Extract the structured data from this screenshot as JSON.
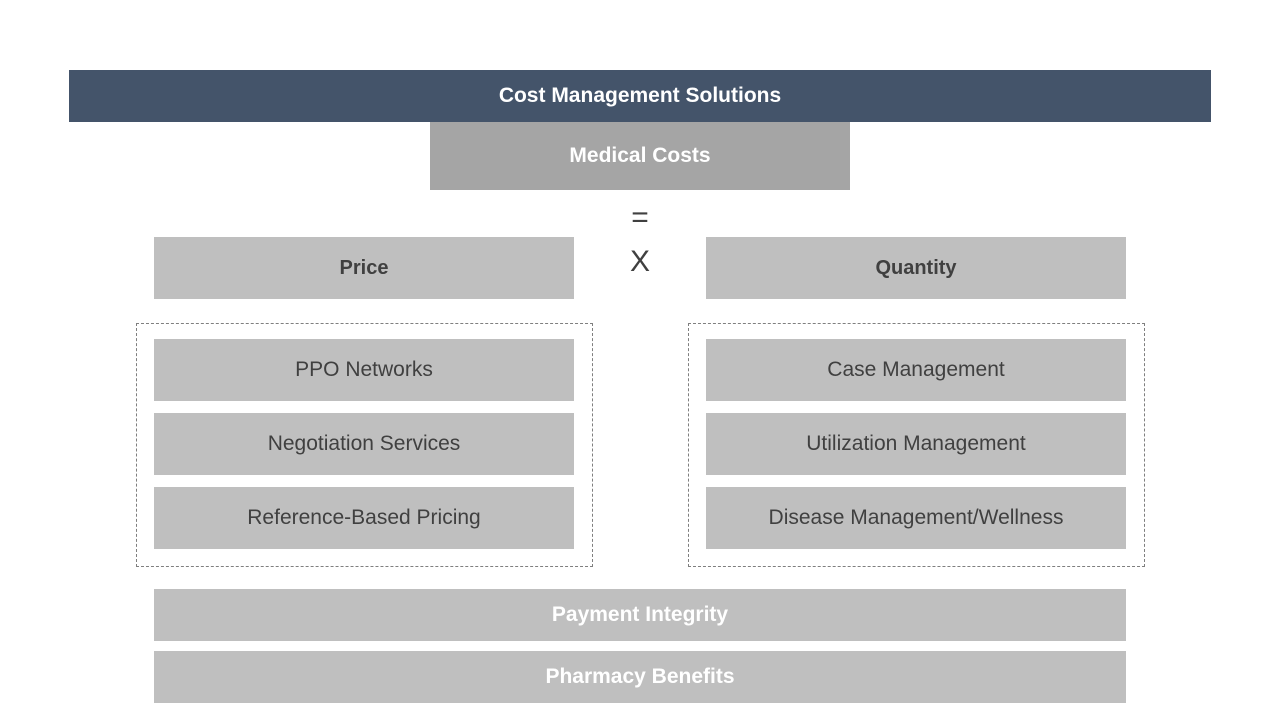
{
  "header": {
    "title": "Cost Management Solutions"
  },
  "medical_costs": {
    "label": "Medical Costs"
  },
  "operators": {
    "equals": "=",
    "times": "X"
  },
  "price": {
    "label": "Price",
    "items": [
      "PPO Networks",
      "Negotiation Services",
      "Reference-Based Pricing"
    ]
  },
  "quantity": {
    "label": "Quantity",
    "items": [
      "Case Management",
      "Utilization Management",
      "Disease Management/Wellness"
    ]
  },
  "footer": {
    "items": [
      "Payment Integrity",
      "Pharmacy Benefits"
    ]
  },
  "colors": {
    "header": "#44546a",
    "medical": "#a5a5a5",
    "box": "#bfbfbf",
    "text_dark": "#404040",
    "text_light": "#ffffff"
  }
}
